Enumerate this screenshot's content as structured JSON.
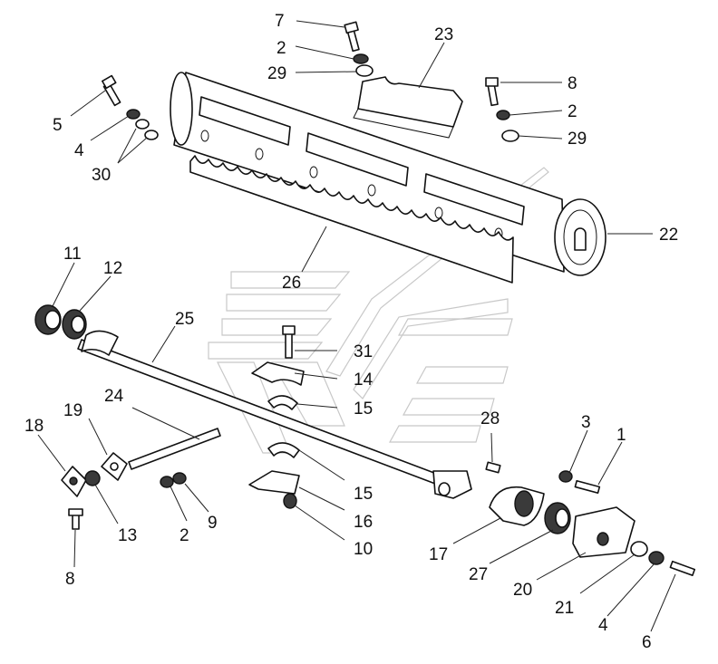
{
  "diagram": {
    "callouts": [
      {
        "id": "c7a",
        "text": "7"
      },
      {
        "id": "c2a",
        "text": "2"
      },
      {
        "id": "c29a",
        "text": "29"
      },
      {
        "id": "c23",
        "text": "23"
      },
      {
        "id": "c8a",
        "text": "8"
      },
      {
        "id": "c2b",
        "text": "2"
      },
      {
        "id": "c29b",
        "text": "29"
      },
      {
        "id": "c5",
        "text": "5"
      },
      {
        "id": "c4a",
        "text": "4"
      },
      {
        "id": "c30",
        "text": "30"
      },
      {
        "id": "c22",
        "text": "22"
      },
      {
        "id": "c26",
        "text": "26"
      },
      {
        "id": "c11",
        "text": "11"
      },
      {
        "id": "c12",
        "text": "12"
      },
      {
        "id": "c25",
        "text": "25"
      },
      {
        "id": "c31",
        "text": "31"
      },
      {
        "id": "c14",
        "text": "14"
      },
      {
        "id": "c15a",
        "text": "15"
      },
      {
        "id": "c24",
        "text": "24"
      },
      {
        "id": "c18",
        "text": "18"
      },
      {
        "id": "c19",
        "text": "19"
      },
      {
        "id": "c28",
        "text": "28"
      },
      {
        "id": "c3",
        "text": "3"
      },
      {
        "id": "c1",
        "text": "1"
      },
      {
        "id": "c15b",
        "text": "15"
      },
      {
        "id": "c16",
        "text": "16"
      },
      {
        "id": "c10",
        "text": "10"
      },
      {
        "id": "c9",
        "text": "9"
      },
      {
        "id": "c2c",
        "text": "2"
      },
      {
        "id": "c13",
        "text": "13"
      },
      {
        "id": "c8b",
        "text": "8"
      },
      {
        "id": "c17",
        "text": "17"
      },
      {
        "id": "c27",
        "text": "27"
      },
      {
        "id": "c20",
        "text": "20"
      },
      {
        "id": "c21",
        "text": "21"
      },
      {
        "id": "c4b",
        "text": "4"
      },
      {
        "id": "c6",
        "text": "6"
      }
    ]
  }
}
